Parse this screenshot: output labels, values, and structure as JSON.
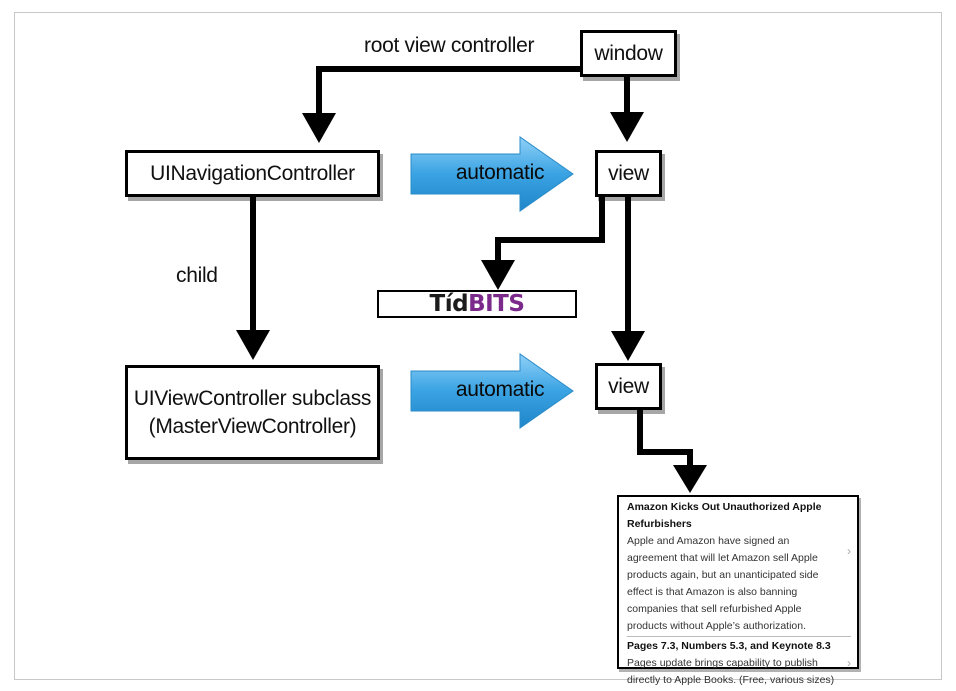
{
  "nodes": {
    "window": "window",
    "nav_controller": "UINavigationController",
    "view_top": "view",
    "vc_subclass_line1": "UIViewController subclass",
    "vc_subclass_line2": "(MasterViewController)",
    "view_bottom": "view"
  },
  "edge_labels": {
    "root_view_controller": "root view controller",
    "child": "child",
    "automatic_top": "automatic",
    "automatic_bottom": "automatic"
  },
  "tidbits_logo": {
    "part1": "Tíd",
    "part2": "BITS"
  },
  "colors": {
    "arrow_blue": "#3aa3e3",
    "tidbits_purple": "#7b2a8c"
  },
  "news_list": [
    {
      "title": "Amazon Kicks Out Unauthorized Apple Refurbishers",
      "body": "Apple and Amazon have signed an agreement that will let Amazon sell Apple products again, but an unanticipated side effect is that Amazon is also banning companies that sell refurbished Apple products without Apple’s authorization."
    },
    {
      "title": "Pages 7.3, Numbers 5.3, and Keynote 8.3",
      "body": "Pages update brings capability to publish directly to Apple Books. (Free, various sizes)"
    }
  ],
  "chevron_icon": "›"
}
